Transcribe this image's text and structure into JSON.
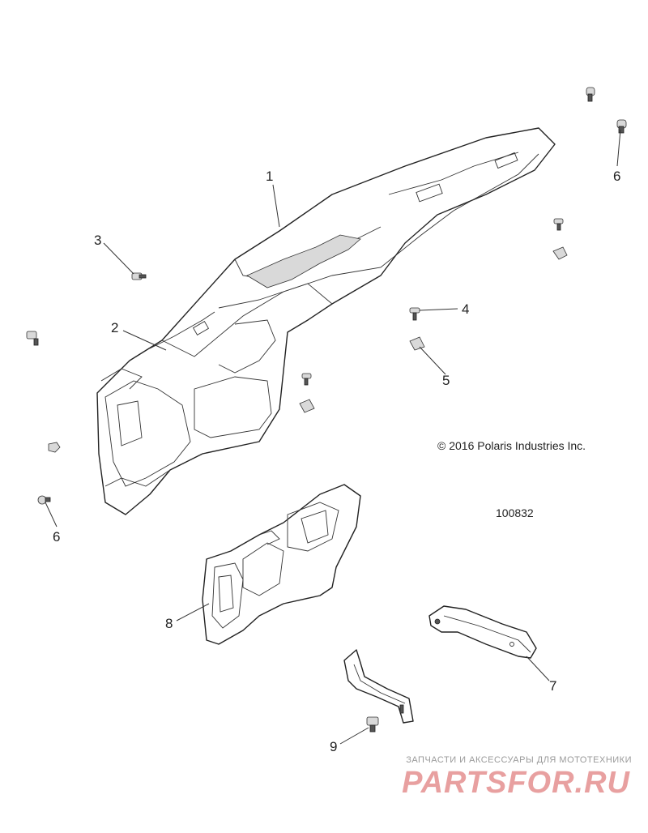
{
  "callouts": {
    "c1": "1",
    "c2": "2",
    "c3": "3",
    "c4": "4",
    "c5": "5",
    "c6a": "6",
    "c6b": "6",
    "c7": "7",
    "c8": "8",
    "c9": "9"
  },
  "copyright": "© 2016 Polaris Industries Inc.",
  "diagram_number": "100832",
  "watermark": {
    "tagline": "ЗАПЧАСТИ И АКСЕССУАРЫ ДЛЯ МОТОТЕХНИКИ",
    "logo": "PARTSFOR.RU"
  }
}
